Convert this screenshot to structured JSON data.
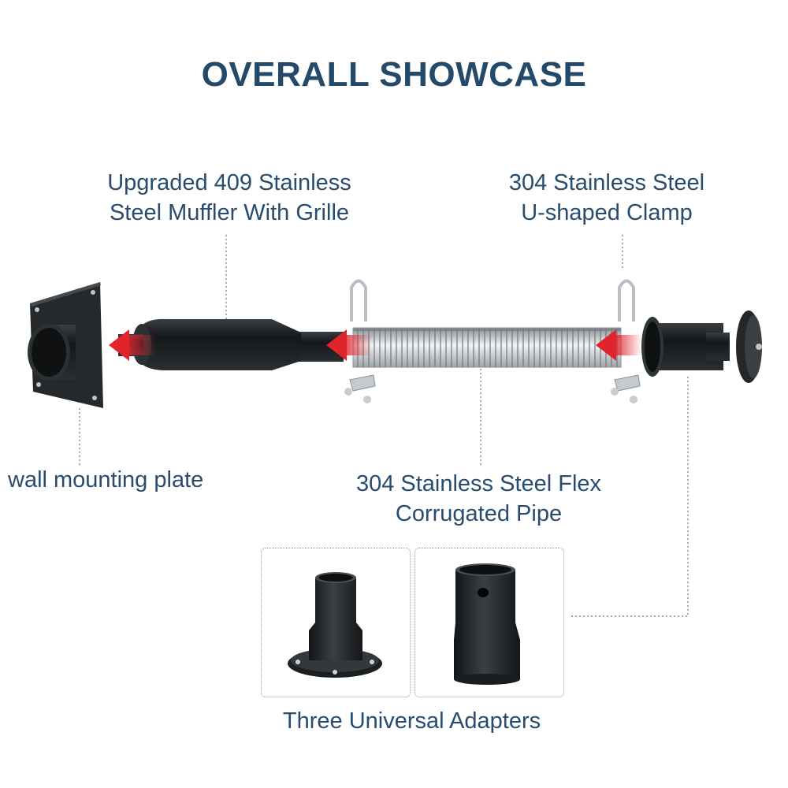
{
  "title": "OVERALL SHOWCASE",
  "labels": {
    "muffler_line1": "Upgraded 409 Stainless",
    "muffler_line2": "Steel Muffler With Grille",
    "clamp_line1": "304 Stainless Steel",
    "clamp_line2": "U-shaped Clamp",
    "plate": "wall mounting plate",
    "pipe_line1": "304 Stainless Steel Flex",
    "pipe_line2": "Corrugated Pipe",
    "adapters": "Three Universal Adapters"
  },
  "colors": {
    "title": "#244a6b",
    "label": "#284c6f",
    "arrow": "#e0242b",
    "steel_dark": "#1e2123",
    "chrome": "#c9ced2"
  }
}
